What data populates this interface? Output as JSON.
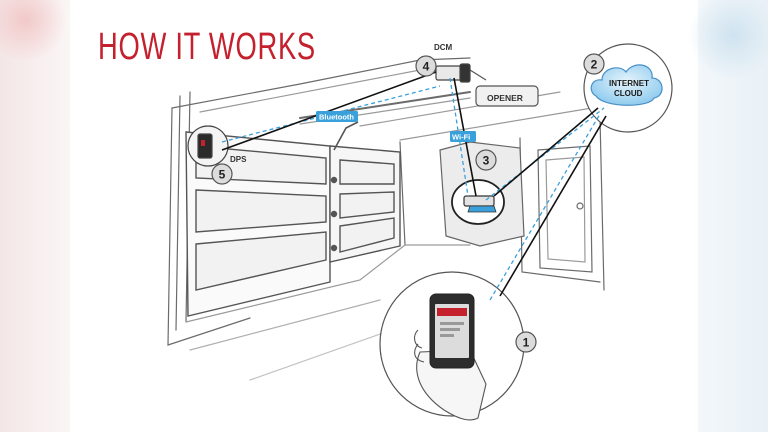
{
  "title": "HOW IT WORKS",
  "labels": {
    "dcm": "DCM",
    "opener": "OPENER",
    "bluetooth": "Bluetooth",
    "wifi": "Wi-Fi",
    "internet_cloud_line1": "INTERNET",
    "internet_cloud_line2": "CLOUD",
    "dps": "DPS"
  },
  "steps": [
    "1",
    "2",
    "3",
    "4",
    "5"
  ],
  "colors": {
    "title": "#c4202e",
    "connection_dashed": "#3aa0dc",
    "connection_solid": "#111111",
    "label_bg": "#3aa0dc"
  }
}
